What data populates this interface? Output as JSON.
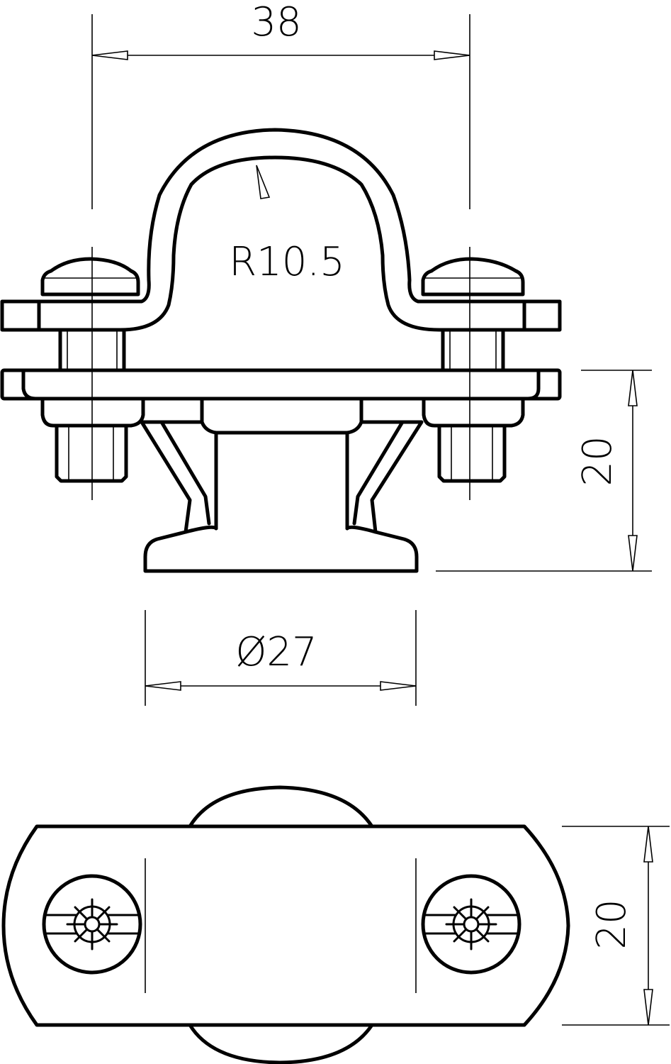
{
  "drawing": {
    "dimensions": {
      "width_top": "38",
      "radius": "R10.5",
      "height_side": "20",
      "diameter": "Ø27",
      "width_plan": "20"
    },
    "views": [
      "side-view",
      "plan-view"
    ]
  }
}
